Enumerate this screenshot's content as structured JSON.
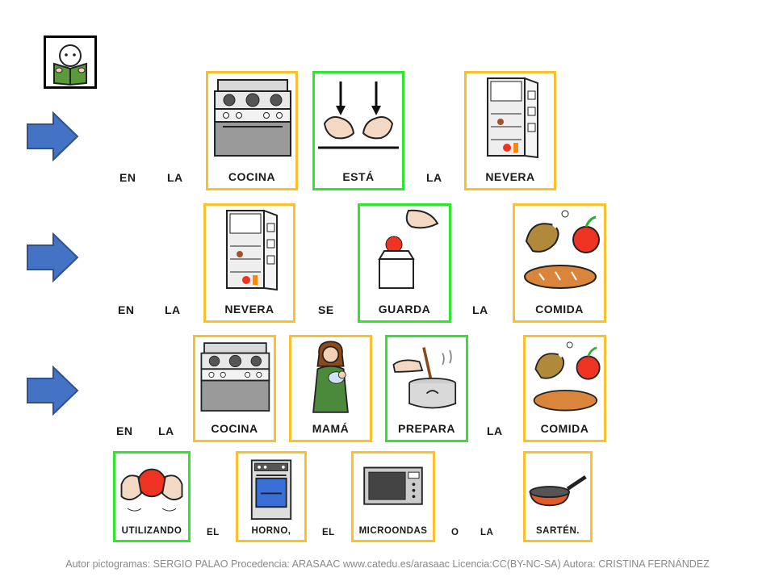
{
  "colors": {
    "card_border_noun": "#f9c12e",
    "card_border_verb": "#2ee62e",
    "arrow": "#4472c4"
  },
  "reader_icon": "reading-boy-icon",
  "rows": [
    {
      "words": [
        "EN",
        "LA",
        "COCINA",
        "ESTÁ",
        "LA",
        "NEVERA"
      ]
    },
    {
      "words": [
        "EN",
        "LA",
        "NEVERA",
        "SE",
        "GUARDA",
        "LA",
        "COMIDA"
      ]
    },
    {
      "words": [
        "EN",
        "LA",
        "COCINA",
        "MAMÁ",
        "PREPARA",
        "LA",
        "COMIDA"
      ]
    },
    {
      "words": [
        "UTILIZANDO",
        "EL",
        "HORNO,",
        "EL",
        "MICROONDAS",
        "O",
        "LA",
        "SARTÉN."
      ]
    }
  ],
  "footer": "Autor pictogramas: SERGIO PALAO  Procedencia: ARASAAC www.catedu.es/arasaac Licencia:CC(BY-NC-SA) Autora: CRISTINA FERNÁNDEZ"
}
